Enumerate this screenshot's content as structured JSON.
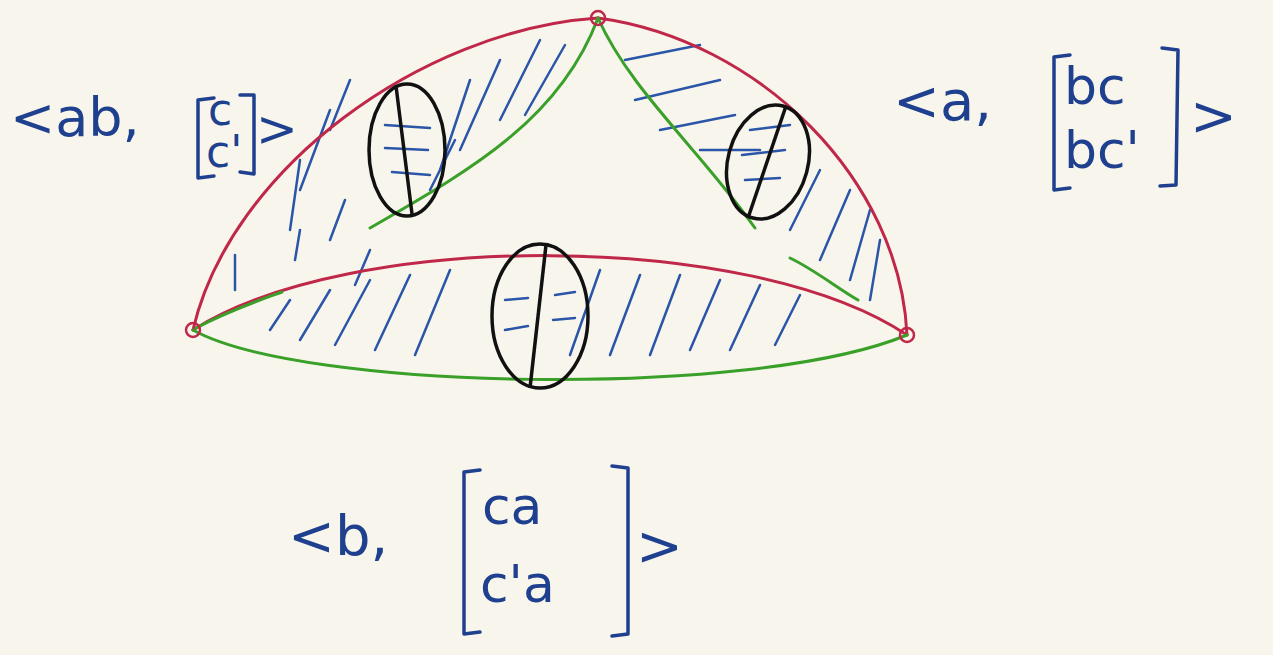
{
  "diagram": {
    "labels": [
      "<ab,",
      "c",
      "c'",
      ">",
      "<a,",
      "bc",
      "bc'",
      ">",
      "<b,",
      "ca",
      "c'a",
      ">"
    ]
  }
}
